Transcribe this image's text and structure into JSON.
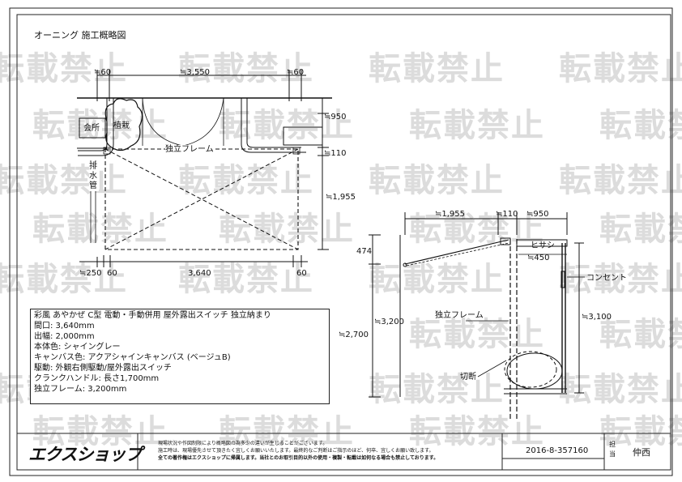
{
  "title": "オーニング 施工概略図",
  "watermark": "転載禁止",
  "plan": {
    "dim_top_left": "≒60",
    "dim_top_center": "≒3,550",
    "dim_top_right": "≒60",
    "dim_right_1": "≒950",
    "dim_right_2": "≒110",
    "dim_right_3": "≒1,955",
    "label_kaisho": "会所",
    "label_shokusai": "植栽",
    "label_frame": "独立フレーム",
    "label_drain": "排水管",
    "dim_bottom_1": "≒250",
    "dim_bottom_2": "60",
    "dim_bottom_3": "3,640",
    "dim_bottom_4": "60"
  },
  "section": {
    "dim_top_1": "≒1,955",
    "dim_top_2": "≒110",
    "dim_top_3": "≒950",
    "dim_474": "474",
    "hisashi": "ヒサシ",
    "dim_450": "≒450",
    "outlet": "コンセント",
    "dim_3200": "≒3,200",
    "dim_2700": "≒2,700",
    "dim_3100": "≒3,100",
    "label_frame": "独立フレーム",
    "label_cut": "切断"
  },
  "spec": {
    "lines": [
      "彩風 あやかぜ C型 電動・手動併用 屋外露出スイッチ 独立納まり",
      "間口: 3,640mm",
      "出幅: 2,000mm",
      "本体色: シャイングレー",
      "キャンバス色: アクアシャインキャンバス (ベージュB)",
      "駆動: 外観右側駆動/屋外露出スイッチ",
      "クランクハンドル: 長さ1,700mm",
      "独立フレーム: 3,200mm"
    ]
  },
  "footer": {
    "logo": "エクスショップ",
    "note_1": "現場状況や作図制限により概略図の為多少の違いが生じることがございます。",
    "note_2": "施工時は、現場優先させて頂きたく宜しくお願いいたします。最終的なご判断はご指示のほど、何卒、宜しくお願い致します。",
    "note_3": "全ての著作権はエクスショップに帰属します。当社とのお取引目的以外の使用・複製・転載は如何なる場合も禁止しております。",
    "doc_no": "2016-8-357160",
    "tanto_label": "担当",
    "staff": "仲西"
  }
}
